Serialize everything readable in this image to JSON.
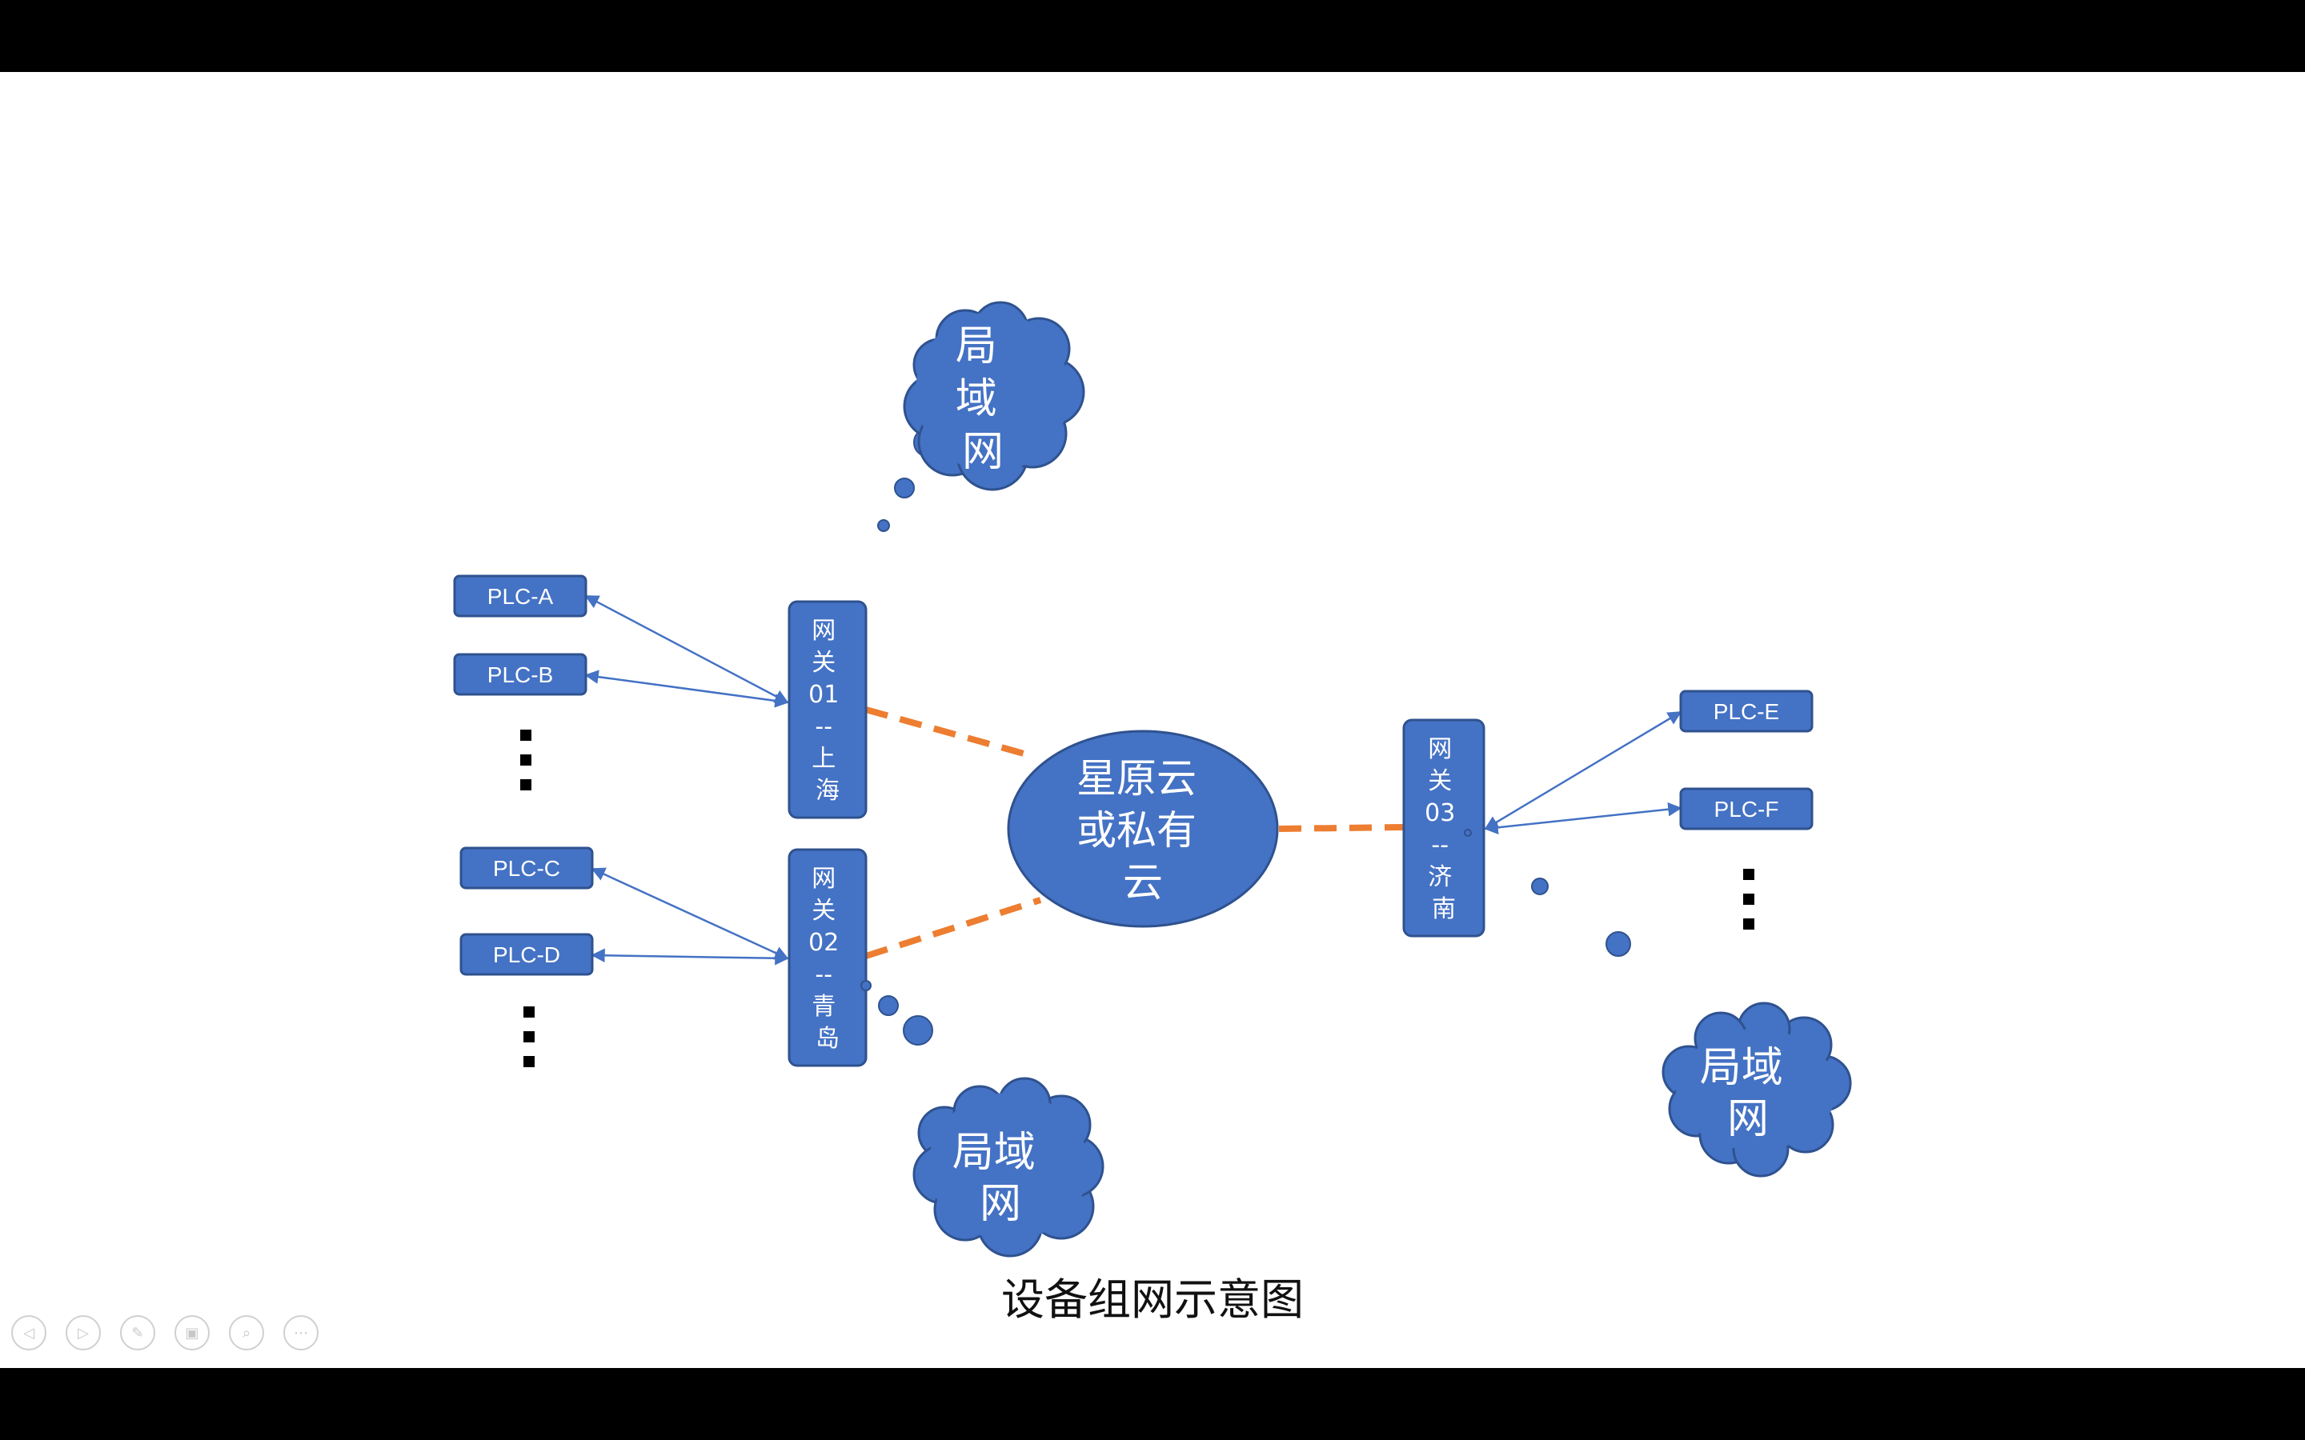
{
  "caption": "设备组网示意图",
  "cloud_center": {
    "lines": [
      "星原云",
      "或私有",
      "云"
    ]
  },
  "gateways": [
    {
      "id": "gw01",
      "lines": [
        "网",
        "关",
        "01",
        "--",
        "上",
        "海"
      ]
    },
    {
      "id": "gw02",
      "lines": [
        "网",
        "关",
        "02",
        "--",
        "青",
        "岛"
      ]
    },
    {
      "id": "gw03",
      "lines": [
        "网",
        "关",
        "03",
        "--",
        "济",
        "南"
      ]
    }
  ],
  "plcs": [
    "PLC-A",
    "PLC-B",
    "PLC-C",
    "PLC-D",
    "PLC-E",
    "PLC-F"
  ],
  "lan_clouds": [
    {
      "lines": [
        "局",
        "域",
        "网"
      ]
    },
    {
      "lines": [
        "局域",
        "网"
      ]
    },
    {
      "lines": [
        "局域",
        "网"
      ]
    }
  ],
  "nav_icons": [
    "prev-icon",
    "next-icon",
    "pen-icon",
    "slides-icon",
    "zoom-icon",
    "more-icon"
  ],
  "colors": {
    "shape_fill": "#4472c4",
    "shape_border": "#2f528f",
    "link_dash": "#ed7d31",
    "arrow": "#4472c4"
  }
}
